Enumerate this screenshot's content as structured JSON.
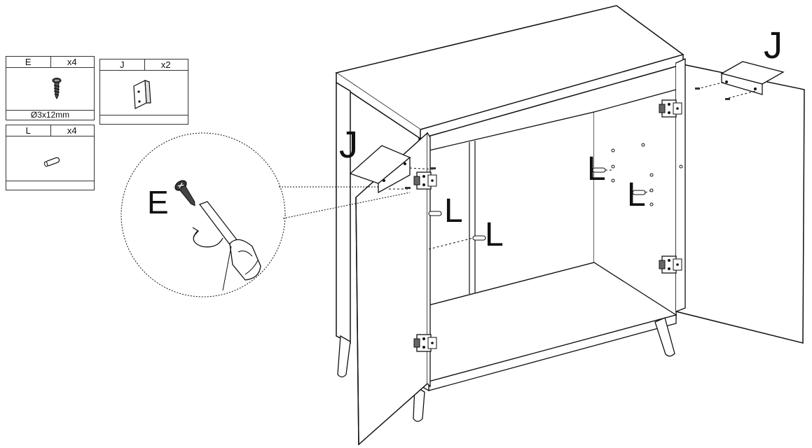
{
  "parts": {
    "E": {
      "code": "E",
      "qty": "x4",
      "size": "Ø3x12mm",
      "icon": "screw-icon"
    },
    "J": {
      "code": "J",
      "qty": "x2",
      "icon": "bracket-icon"
    },
    "L": {
      "code": "L",
      "qty": "x4",
      "icon": "dowel-icon"
    }
  },
  "callouts": {
    "J_left": "J",
    "J_right": "J",
    "E_zoom": "E",
    "L_left_1": "L",
    "L_left_2": "L",
    "L_right_1": "L",
    "L_right_2": "L"
  }
}
